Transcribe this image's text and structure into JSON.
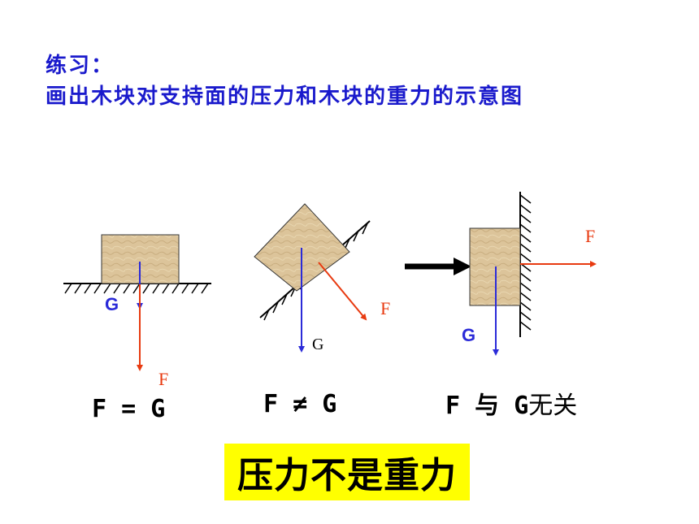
{
  "heading": {
    "line1": "练习：",
    "line2": "画出木块对支持面的压力和木块的重力的示意图"
  },
  "colors": {
    "heading": "#1a1acc",
    "gravity_arrow": "#2b2bd8",
    "force_arrow": "#e83a10",
    "block_fill": "#dcc49a",
    "highlight": "#ffff00"
  },
  "diagrams": {
    "flat": {
      "force_label": "F",
      "gravity_label": "G",
      "relation": "F = G"
    },
    "incline": {
      "force_label": "F",
      "gravity_label": "G",
      "relation": "F ≠ G"
    },
    "wall": {
      "force_label": "F",
      "gravity_label": "G",
      "relation_prefix": "F 与 ",
      "relation_g": "G",
      "relation_suffix": "无关"
    }
  },
  "conclusion": "压力不是重力"
}
